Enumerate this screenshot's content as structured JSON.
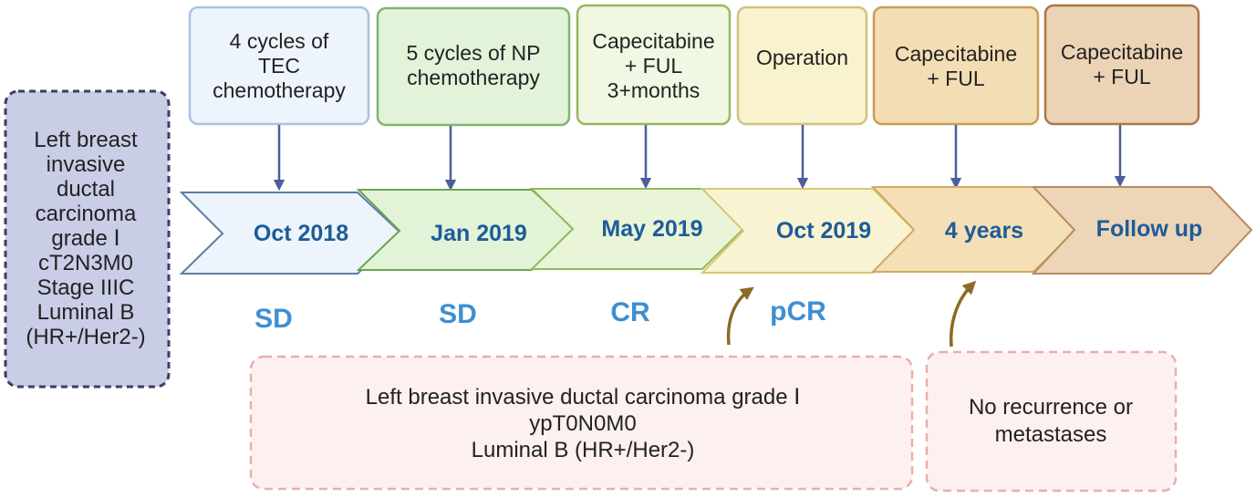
{
  "diagnosis": {
    "lines": [
      "Left breast",
      "invasive",
      "ductal",
      "carcinoma",
      "grade Ⅰ",
      "cT2N3M0",
      "Stage IIIC",
      "Luminal B",
      "(HR+/Her2-)"
    ]
  },
  "treatments": [
    {
      "lines": [
        "4 cycles of",
        "TEC",
        "chemotherapy"
      ],
      "fill": "#eef4fc",
      "stroke": "#a8c3e0"
    },
    {
      "lines": [
        "5 cycles of NP",
        "chemotherapy"
      ],
      "fill": "#e2f3da",
      "stroke": "#7fb66a"
    },
    {
      "lines": [
        "Capecitabine",
        "+ FUL",
        "3+months"
      ],
      "fill": "#f0f7e2",
      "stroke": "#93b95e"
    },
    {
      "lines": [
        "Operation"
      ],
      "fill": "#f8f2cf",
      "stroke": "#d2c27c"
    },
    {
      "lines": [
        "Capecitabine",
        "+ FUL"
      ],
      "fill": "#f3ddb4",
      "stroke": "#c79d52"
    },
    {
      "lines": [
        "Capecitabine",
        "+ FUL"
      ],
      "fill": "#ecd3b6",
      "stroke": "#a9774b"
    }
  ],
  "timeline": [
    {
      "label": "Oct 2018",
      "fill": "#eef4fc",
      "stroke": "#5a7ea7"
    },
    {
      "label": "Jan 2019",
      "fill": "#e3f3d8",
      "stroke": "#6aa650"
    },
    {
      "label": "May 2019",
      "fill": "#eaf4d6",
      "stroke": "#8fba5a"
    },
    {
      "label": "Oct 2019",
      "fill": "#f8f3d2",
      "stroke": "#d8c873"
    },
    {
      "label": "4 years",
      "fill": "#f4dfb6",
      "stroke": "#d3a862"
    },
    {
      "label": "Follow up",
      "fill": "#edd5b8",
      "stroke": "#b98a5e"
    }
  ],
  "responses": [
    "SD",
    "SD",
    "CR",
    "pCR"
  ],
  "notes": {
    "pathology": [
      "Left breast  invasive ductal carcinoma  grade Ⅰ",
      "ypT0N0M0",
      "Luminal B (HR+/Her2-)"
    ],
    "followup": [
      "No recurrence or",
      "metastases"
    ]
  },
  "colors": {
    "connector": "#4c5f9c",
    "curved_arrow": "#8b6b25",
    "diagnosis_fill": "#c9cde6",
    "diagnosis_stroke": "#3a3f64",
    "note_fill": "#fdf0f0",
    "note_stroke": "#e9aeae"
  }
}
